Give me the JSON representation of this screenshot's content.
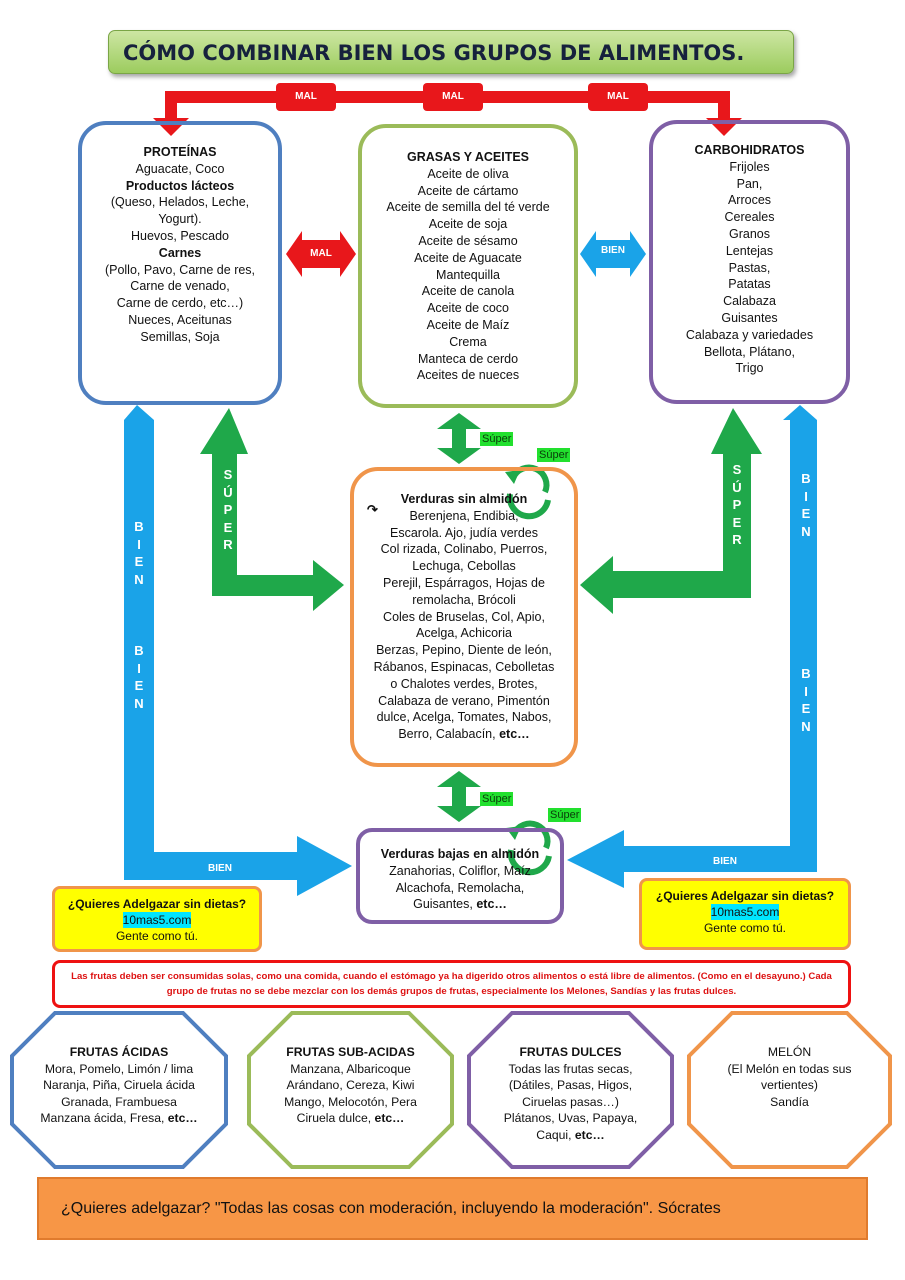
{
  "title": "CÓMO COMBINAR BIEN LOS GRUPOS DE ALIMENTOS.",
  "labels": {
    "mal": "MAL",
    "bien": "BIEN",
    "super": "Súper",
    "super_vertical": [
      "S",
      "Ú",
      "P",
      "E",
      "R"
    ],
    "bien_vertical": [
      "B",
      "I",
      "E",
      "N"
    ]
  },
  "colors": {
    "red": "#e8171b",
    "green": "#1fa84a",
    "blue": "#1aa3e8",
    "title_text": "#16213d"
  },
  "icons": [
    "swap-arrow-icon"
  ],
  "proteinas": {
    "lines": [
      {
        "t": "PROTEÍNAS",
        "b": true
      },
      {
        "t": "Aguacate, Coco",
        "b": false
      },
      {
        "t": "Productos lácteos",
        "b": true
      },
      {
        "t": "(Queso, Helados, Leche,",
        "b": false
      },
      {
        "t": "Yogurt).",
        "b": false
      },
      {
        "t": "Huevos, Pescado",
        "b": false
      },
      {
        "t": "Carnes",
        "b": true
      },
      {
        "t": "(Pollo, Pavo, Carne de res,",
        "b": false
      },
      {
        "t": "Carne de venado,",
        "b": false
      },
      {
        "t": "Carne de cerdo, etc…)",
        "b": false
      },
      {
        "t": "Nueces, Aceitunas",
        "b": false
      },
      {
        "t": "Semillas, Soja",
        "b": false
      }
    ]
  },
  "grasas": {
    "lines": [
      {
        "t": "GRASAS Y ACEITES",
        "b": true
      },
      {
        "t": "Aceite de oliva",
        "b": false
      },
      {
        "t": "Aceite de cártamo",
        "b": false
      },
      {
        "t": "Aceite de semilla del té verde",
        "b": false
      },
      {
        "t": "Aceite de soja",
        "b": false
      },
      {
        "t": "Aceite de sésamo",
        "b": false
      },
      {
        "t": "Aceite de Aguacate",
        "b": false
      },
      {
        "t": "Mantequilla",
        "b": false
      },
      {
        "t": "Aceite de canola",
        "b": false
      },
      {
        "t": "Aceite de coco",
        "b": false
      },
      {
        "t": "Aceite de Maíz",
        "b": false
      },
      {
        "t": "Crema",
        "b": false
      },
      {
        "t": "Manteca de cerdo",
        "b": false
      },
      {
        "t": "Aceites de nueces",
        "b": false
      }
    ]
  },
  "carbohidratos": {
    "lines": [
      {
        "t": "CARBOHIDRATOS",
        "b": true
      },
      {
        "t": "Frijoles",
        "b": false
      },
      {
        "t": "Pan,",
        "b": false
      },
      {
        "t": "Arroces",
        "b": false
      },
      {
        "t": "Cereales",
        "b": false
      },
      {
        "t": "Granos",
        "b": false
      },
      {
        "t": "Lentejas",
        "b": false
      },
      {
        "t": "Pastas,",
        "b": false
      },
      {
        "t": "Patatas",
        "b": false
      },
      {
        "t": "Calabaza",
        "b": false
      },
      {
        "t": "Guisantes",
        "b": false
      },
      {
        "t": "Calabaza y variedades",
        "b": false
      },
      {
        "t": "Bellota, Plátano,",
        "b": false
      },
      {
        "t": "Trigo",
        "b": false
      }
    ]
  },
  "verduras": {
    "lines": [
      {
        "t": "Verduras sin almidón",
        "b": true
      },
      {
        "t": "Berenjena, Endibia,",
        "b": false
      },
      {
        "t": "Escarola. Ajo, judía verdes",
        "b": false
      },
      {
        "t": "Col rizada, Colinabo, Puerros,",
        "b": false
      },
      {
        "t": "Lechuga, Cebollas",
        "b": false
      },
      {
        "t": "Perejil, Espárragos, Hojas de",
        "b": false
      },
      {
        "t": "remolacha, Brócoli",
        "b": false
      },
      {
        "t": "Coles de Bruselas, Col, Apio,",
        "b": false
      },
      {
        "t": "Acelga, Achicoria",
        "b": false
      },
      {
        "t": "Berzas, Pepino, Diente de león,",
        "b": false
      },
      {
        "t": "Rábanos, Espinacas, Cebolletas",
        "b": false
      },
      {
        "t": "o Chalotes verdes, Brotes,",
        "b": false
      },
      {
        "t": "Calabaza de verano, Pimentón",
        "b": false
      },
      {
        "t": "dulce, Acelga, Tomates, Nabos,",
        "b": false
      },
      {
        "t": "Berro, Calabacín, ",
        "b": false,
        "tail": "etc…"
      }
    ]
  },
  "bajas": {
    "lines": [
      {
        "t": "Verduras bajas en almidón",
        "b": true
      },
      {
        "t": "Zanahorias, Coliflor, Maíz",
        "b": false
      },
      {
        "t": "Alcachofa, Remolacha,",
        "b": false
      },
      {
        "t": "Guisantes, ",
        "b": false,
        "tail": "etc…"
      }
    ]
  },
  "adelgazar": {
    "question": "¿Quieres Adelgazar sin dietas?",
    "link": "10mas5.com",
    "tagline": "Gente como tú."
  },
  "frutas_note": "Las frutas deben ser consumidas solas, como una comida, cuando el estómago ya ha digerido otros alimentos o está libre de alimentos. (Como en el desayuno.) Cada grupo de frutas no se debe mezclar con los demás grupos de frutas,  especialmente los Melones, Sandías y las frutas dulces.",
  "frutas": [
    {
      "title": "FRUTAS ÁCIDAS",
      "lines": [
        {
          "t": "Mora, Pomelo, Limón / lima"
        },
        {
          "t": "Naranja, Piña, Ciruela ácida"
        },
        {
          "t": "Granada, Frambuesa"
        },
        {
          "t": "Manzana ácida, Fresa, ",
          "tail": "etc…"
        }
      ]
    },
    {
      "title": "FRUTAS SUB-ACIDAS",
      "lines": [
        {
          "t": "Manzana, Albaricoque"
        },
        {
          "t": "Arándano, Cereza, Kiwi"
        },
        {
          "t": "Mango, Melocotón, Pera"
        },
        {
          "t": "Ciruela dulce, ",
          "tail": "etc…"
        }
      ]
    },
    {
      "title": "FRUTAS DULCES",
      "lines": [
        {
          "t": "Todas las frutas secas,"
        },
        {
          "t": "(Dátiles, Pasas, Higos,"
        },
        {
          "t": "Ciruelas pasas…)"
        },
        {
          "t": "Plátanos, Uvas, Papaya,"
        },
        {
          "t": "Caqui,  ",
          "tail": "etc…"
        }
      ]
    },
    {
      "title": "MELÓN",
      "lines": [
        {
          "t": "(El Melón en todas sus"
        },
        {
          "t": "vertientes)"
        },
        {
          "t": "Sandía"
        }
      ]
    }
  ],
  "quote": "¿Quieres adelgazar? \"Todas las cosas con moderación, incluyendo la moderación\". Sócrates"
}
